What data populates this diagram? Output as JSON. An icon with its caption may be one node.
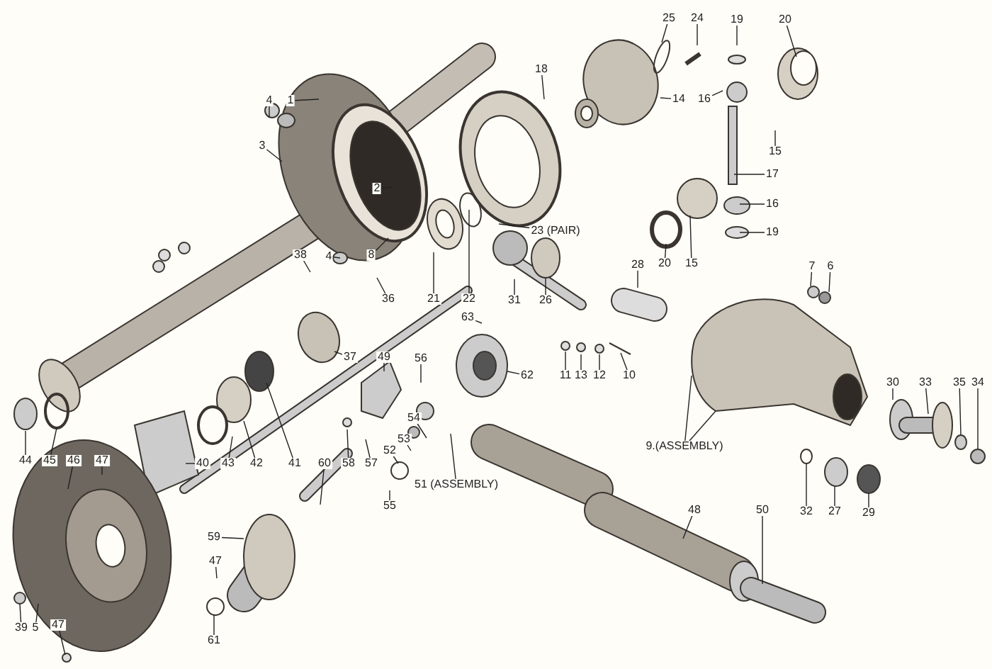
{
  "diagram": {
    "nodes": [
      {
        "text": [
          "25"
        ]
      },
      {
        "text": [
          "24"
        ]
      },
      {
        "text": [
          "19"
        ]
      },
      {
        "text": [
          "20"
        ]
      },
      {
        "text": [
          "18"
        ]
      },
      {
        "text": [
          "1"
        ]
      },
      {
        "text": [
          "4"
        ]
      },
      {
        "text": [
          "16"
        ]
      },
      {
        "text": [
          "14"
        ]
      },
      {
        "text": [
          "3"
        ]
      },
      {
        "text": [
          "15"
        ]
      },
      {
        "text": [
          "17"
        ]
      },
      {
        "text": [
          "2"
        ]
      },
      {
        "text": [
          "16"
        ]
      },
      {
        "text": [
          "23 (PAIR)"
        ]
      },
      {
        "text": [
          "19"
        ]
      },
      {
        "text": [
          "38"
        ]
      },
      {
        "text": [
          "4"
        ]
      },
      {
        "text": [
          "8"
        ]
      },
      {
        "text": [
          "20"
        ]
      },
      {
        "text": [
          "15"
        ]
      },
      {
        "text": [
          "28"
        ]
      },
      {
        "text": [
          "7"
        ]
      },
      {
        "text": [
          "6"
        ]
      },
      {
        "text": [
          "36"
        ]
      },
      {
        "text": [
          "21"
        ]
      },
      {
        "text": [
          "22"
        ]
      },
      {
        "text": [
          "31"
        ]
      },
      {
        "text": [
          "26"
        ]
      },
      {
        "text": [
          "63"
        ]
      },
      {
        "text": [
          "37"
        ]
      },
      {
        "text": [
          "49"
        ]
      },
      {
        "text": [
          "56"
        ]
      },
      {
        "text": [
          "62"
        ]
      },
      {
        "text": [
          "11"
        ]
      },
      {
        "text": [
          "13"
        ]
      },
      {
        "text": [
          "12"
        ]
      },
      {
        "text": [
          "10"
        ]
      },
      {
        "text": [
          "30"
        ]
      },
      {
        "text": [
          "33"
        ]
      },
      {
        "text": [
          "35"
        ]
      },
      {
        "text": [
          "34"
        ]
      },
      {
        "text": [
          "54"
        ]
      },
      {
        "text": [
          "9.(ASSEMBLY)"
        ]
      },
      {
        "text": [
          "53"
        ]
      },
      {
        "text": [
          "52"
        ]
      },
      {
        "text": [
          "44"
        ]
      },
      {
        "text": [
          "45"
        ]
      },
      {
        "text": [
          "46"
        ]
      },
      {
        "text": [
          "47"
        ]
      },
      {
        "text": [
          "40"
        ]
      },
      {
        "text": [
          "43"
        ]
      },
      {
        "text": [
          "42"
        ]
      },
      {
        "text": [
          "41"
        ]
      },
      {
        "text": [
          "60"
        ]
      },
      {
        "text": [
          "58"
        ]
      },
      {
        "text": [
          "57"
        ]
      },
      {
        "text": [
          "51 (ASSEMBLY)"
        ]
      },
      {
        "text": [
          "55"
        ]
      },
      {
        "text": [
          "32"
        ]
      },
      {
        "text": [
          "27"
        ]
      },
      {
        "text": [
          "29"
        ]
      },
      {
        "text": [
          "48"
        ]
      },
      {
        "text": [
          "50"
        ]
      },
      {
        "text": [
          "59"
        ]
      },
      {
        "text": [
          "47"
        ]
      },
      {
        "text": [
          "61"
        ]
      },
      {
        "text": [
          "39"
        ]
      },
      {
        "text": [
          "5"
        ]
      },
      {
        "text": [
          "47"
        ]
      }
    ],
    "edges": [
      {
        "from": 0,
        "to": null,
        "arrow": "none"
      },
      {
        "from": 1,
        "to": null,
        "arrow": "none"
      },
      {
        "from": 2,
        "to": null,
        "arrow": "none"
      },
      {
        "from": 3,
        "to": null,
        "arrow": "none"
      },
      {
        "from": 4,
        "to": null,
        "arrow": "none"
      },
      {
        "from": 5,
        "to": null,
        "arrow": "none"
      },
      {
        "from": 6,
        "to": null,
        "arrow": "none"
      },
      {
        "from": 7,
        "to": null,
        "arrow": "none"
      },
      {
        "from": 8,
        "to": null,
        "arrow": "none"
      },
      {
        "from": 9,
        "to": null,
        "arrow": "none"
      },
      {
        "from": 10,
        "to": null,
        "arrow": "none"
      },
      {
        "from": 11,
        "to": null,
        "arrow": "none"
      },
      {
        "from": 12,
        "to": null,
        "arrow": "none"
      },
      {
        "from": 13,
        "to": null,
        "arrow": "none"
      },
      {
        "from": 14,
        "to": null,
        "arrow": "none"
      },
      {
        "from": 15,
        "to": null,
        "arrow": "none"
      },
      {
        "from": 16,
        "to": null,
        "arrow": "none"
      },
      {
        "from": 17,
        "to": null,
        "arrow": "none"
      },
      {
        "from": 18,
        "to": null,
        "arrow": "none"
      },
      {
        "from": 19,
        "to": null,
        "arrow": "none"
      },
      {
        "from": 20,
        "to": null,
        "arrow": "none"
      },
      {
        "from": 21,
        "to": null,
        "arrow": "none"
      },
      {
        "from": 22,
        "to": null,
        "arrow": "none"
      },
      {
        "from": 23,
        "to": null,
        "arrow": "none"
      },
      {
        "from": 24,
        "to": null,
        "arrow": "none"
      },
      {
        "from": 25,
        "to": null,
        "arrow": "none"
      },
      {
        "from": 26,
        "to": null,
        "arrow": "none"
      },
      {
        "from": 27,
        "to": null,
        "arrow": "none"
      },
      {
        "from": 28,
        "to": null,
        "arrow": "none"
      },
      {
        "from": 29,
        "to": null,
        "arrow": "none"
      },
      {
        "from": 30,
        "to": null,
        "arrow": "none"
      },
      {
        "from": 31,
        "to": null,
        "arrow": "none"
      },
      {
        "from": 32,
        "to": null,
        "arrow": "none"
      },
      {
        "from": 33,
        "to": null,
        "arrow": "none"
      },
      {
        "from": 34,
        "to": null,
        "arrow": "none"
      },
      {
        "from": 35,
        "to": null,
        "arrow": "none"
      },
      {
        "from": 36,
        "to": null,
        "arrow": "none"
      },
      {
        "from": 37,
        "to": null,
        "arrow": "none"
      },
      {
        "from": 38,
        "to": null,
        "arrow": "none"
      },
      {
        "from": 39,
        "to": null,
        "arrow": "none"
      },
      {
        "from": 40,
        "to": null,
        "arrow": "none"
      },
      {
        "from": 41,
        "to": null,
        "arrow": "none"
      },
      {
        "from": 42,
        "to": null,
        "arrow": "none"
      },
      {
        "from": 43,
        "to": null,
        "arrow": "none"
      },
      {
        "from": 43,
        "to": null,
        "arrow": "none"
      },
      {
        "from": 44,
        "to": null,
        "arrow": "none"
      },
      {
        "from": 45,
        "to": null,
        "arrow": "none"
      },
      {
        "from": 46,
        "to": null,
        "arrow": "none"
      },
      {
        "from": 47,
        "to": null,
        "arrow": "none"
      },
      {
        "from": 48,
        "to": null,
        "arrow": "none"
      },
      {
        "from": 49,
        "to": null,
        "arrow": "none"
      },
      {
        "from": 50,
        "to": null,
        "arrow": "none"
      },
      {
        "from": 51,
        "to": null,
        "arrow": "none"
      },
      {
        "from": 52,
        "to": null,
        "arrow": "none"
      },
      {
        "from": 53,
        "to": null,
        "arrow": "none"
      },
      {
        "from": 54,
        "to": null,
        "arrow": "none"
      },
      {
        "from": 55,
        "to": null,
        "arrow": "none"
      },
      {
        "from": 56,
        "to": null,
        "arrow": "none"
      },
      {
        "from": 57,
        "to": null,
        "arrow": "none"
      },
      {
        "from": 58,
        "to": null,
        "arrow": "none"
      },
      {
        "from": 59,
        "to": null,
        "arrow": "none"
      },
      {
        "from": 60,
        "to": null,
        "arrow": "none"
      },
      {
        "from": 61,
        "to": null,
        "arrow": "none"
      },
      {
        "from": 62,
        "to": null,
        "arrow": "none"
      },
      {
        "from": 63,
        "to": null,
        "arrow": "none"
      },
      {
        "from": 64,
        "to": null,
        "arrow": "none"
      },
      {
        "from": 65,
        "to": null,
        "arrow": "none"
      },
      {
        "from": 66,
        "to": null,
        "arrow": "none"
      },
      {
        "from": 67,
        "to": null,
        "arrow": "none"
      },
      {
        "from": 68,
        "to": null,
        "arrow": "none"
      },
      {
        "from": 69,
        "to": null,
        "arrow": "none"
      }
    ]
  }
}
